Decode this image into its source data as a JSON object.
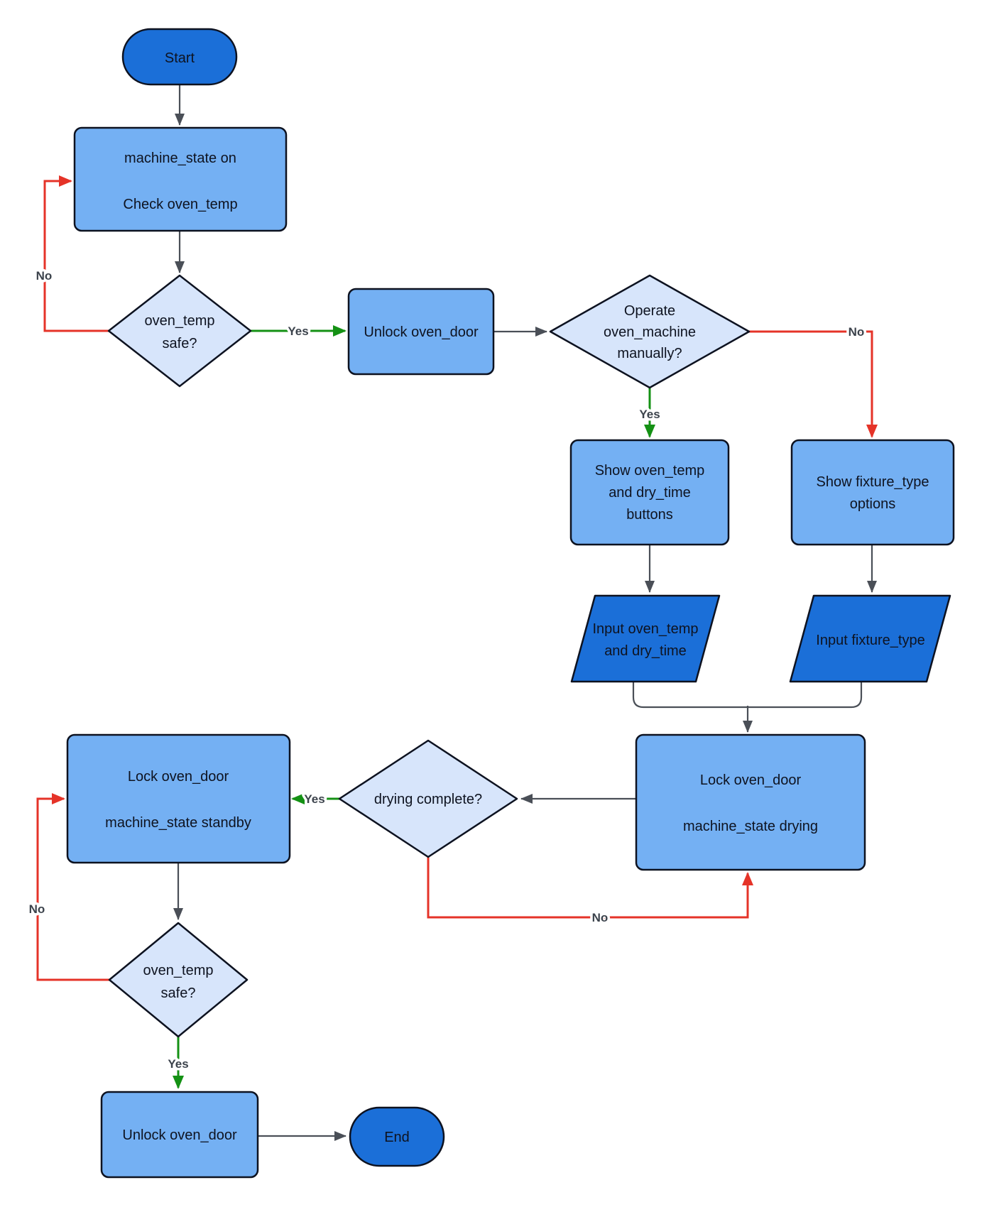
{
  "diagram": {
    "type": "flowchart",
    "background": "#ffffff",
    "colors": {
      "terminator_fill": "#1b6fd8",
      "process_fill": "#74b0f3",
      "decision_fill": "#d7e5fb",
      "io_fill": "#1b6fd8",
      "shape_stroke": "#0d1220",
      "node_text": "#0e1320",
      "edge": "#4a4f57",
      "edge_yes": "#149114",
      "edge_no": "#e53328",
      "edge_label_text": "#3c434c"
    },
    "nodes": {
      "start": {
        "shape": "terminator",
        "label": "Start"
      },
      "machine_state_on": {
        "shape": "process",
        "lines": [
          "machine_state on",
          "Check oven_temp"
        ]
      },
      "oven_temp_safe_1": {
        "shape": "decision",
        "lines": [
          "oven_temp",
          "safe?"
        ]
      },
      "unlock_oven_door_1": {
        "shape": "process",
        "label": "Unlock oven_door"
      },
      "operate_manually": {
        "shape": "decision",
        "lines": [
          "Operate",
          "oven_machine",
          "manually?"
        ]
      },
      "show_temp_time_buttons": {
        "shape": "process",
        "lines": [
          "Show oven_temp",
          "and dry_time",
          "buttons"
        ]
      },
      "show_fixture_options": {
        "shape": "process",
        "lines": [
          "Show fixture_type",
          "options"
        ]
      },
      "input_temp_time": {
        "shape": "input",
        "lines": [
          "Input oven_temp",
          "and dry_time"
        ]
      },
      "input_fixture_type": {
        "shape": "input",
        "label": "Input fixture_type"
      },
      "lock_drying": {
        "shape": "process",
        "lines": [
          "Lock oven_door",
          "machine_state drying"
        ]
      },
      "drying_complete": {
        "shape": "decision",
        "label": "drying complete?"
      },
      "lock_standby": {
        "shape": "process",
        "lines": [
          "Lock oven_door",
          "machine_state standby"
        ]
      },
      "oven_temp_safe_2": {
        "shape": "decision",
        "lines": [
          "oven_temp",
          "safe?"
        ]
      },
      "unlock_oven_door_2": {
        "shape": "process",
        "label": "Unlock oven_door"
      },
      "end": {
        "shape": "terminator",
        "label": "End"
      }
    },
    "edge_labels": {
      "safe1_no": "No",
      "safe1_yes": "Yes",
      "operate_yes": "Yes",
      "operate_no": "No",
      "drying_yes": "Yes",
      "drying_no": "No",
      "safe2_no": "No",
      "safe2_yes": "Yes"
    }
  }
}
